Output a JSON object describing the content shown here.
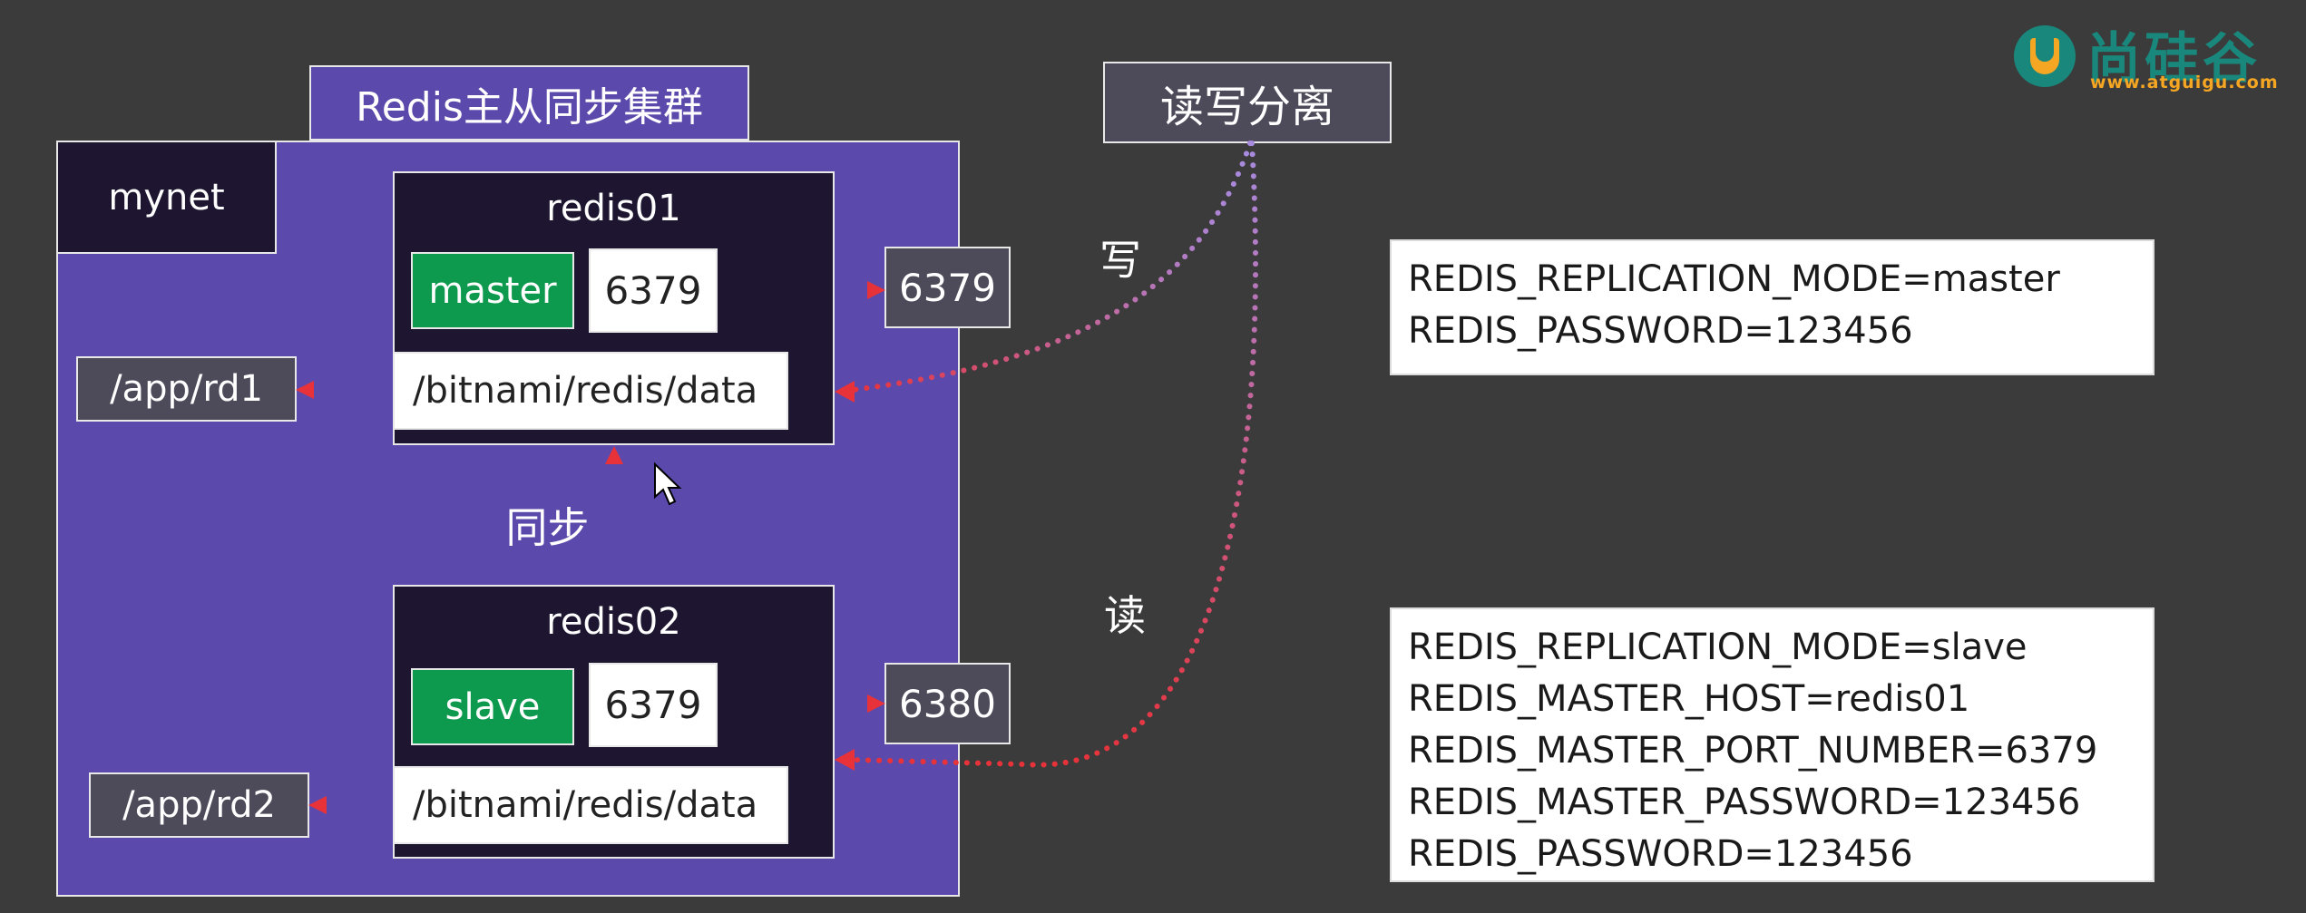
{
  "cluster_title": "Redis主从同步集群",
  "network": "mynet",
  "rw_split": "读写分离",
  "write_label": "写",
  "read_label": "读",
  "sync_label": "同步",
  "master": {
    "name": "redis01",
    "role": "master",
    "container_port": "6379",
    "host_port": "6379",
    "container_path": "/bitnami/redis/data",
    "host_path": "/app/rd1"
  },
  "slave": {
    "name": "redis02",
    "role": "slave",
    "container_port": "6379",
    "host_port": "6380",
    "container_path": "/bitnami/redis/data",
    "host_path": "/app/rd2"
  },
  "master_env": [
    "REDIS_REPLICATION_MODE=master",
    "REDIS_PASSWORD=123456"
  ],
  "slave_env": [
    "REDIS_REPLICATION_MODE=slave",
    "REDIS_MASTER_HOST=redis01",
    "REDIS_MASTER_PORT_NUMBER=6379",
    "REDIS_MASTER_PASSWORD=123456",
    "REDIS_PASSWORD=123456"
  ],
  "logo": {
    "brand": "尚硅谷",
    "url": "www.atguigu.com"
  },
  "colors": {
    "background": "#3b3b3b",
    "network_fill": "#5b4aab",
    "container_fill": "#1e1630",
    "role_green": "#0e9a4e",
    "arrow_red": "#e8323a",
    "arrow_purple": "#a78be0",
    "logo_teal": "#19877b",
    "logo_orange": "#f5a623"
  }
}
